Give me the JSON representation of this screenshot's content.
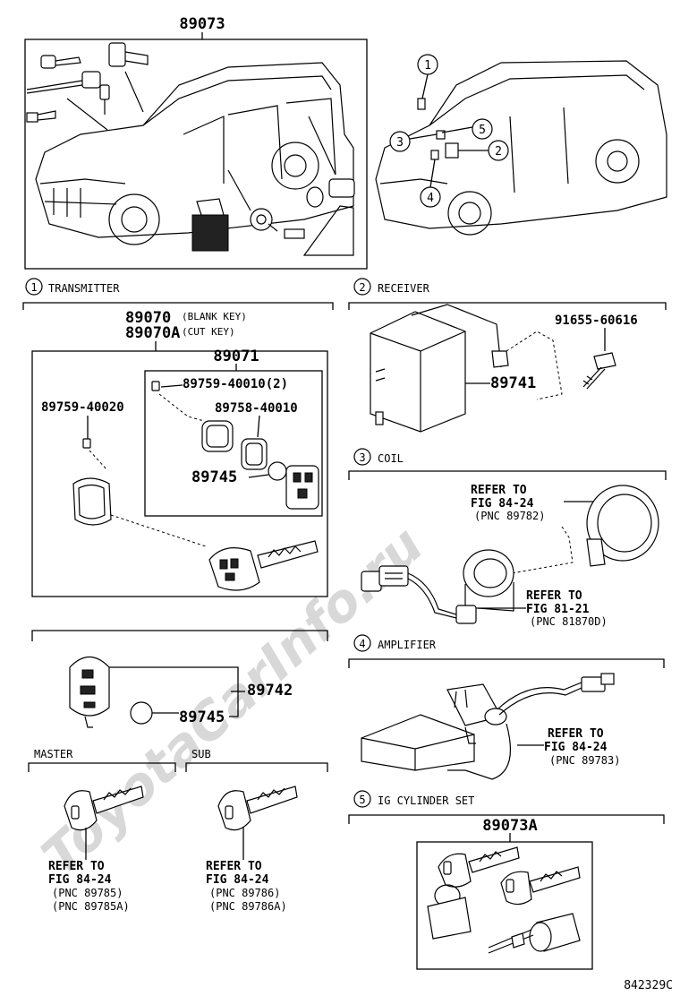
{
  "watermark": "ToyotaCarInfo.ru",
  "figure_id": "842329C",
  "overview": {
    "left_part": "89073",
    "callouts": [
      "1",
      "2",
      "3",
      "4",
      "5"
    ]
  },
  "sections": {
    "transmitter": {
      "num": "1",
      "title": "TRANSMITTER"
    },
    "receiver": {
      "num": "2",
      "title": "RECEIVER"
    },
    "coil": {
      "num": "3",
      "title": "COIL"
    },
    "amplifier": {
      "num": "4",
      "title": "AMPLIFIER"
    },
    "ig_cylinder": {
      "num": "5",
      "title": "IG CYLINDER SET"
    }
  },
  "transmitter": {
    "p89070": "89070",
    "p89070_note": "(BLANK KEY)",
    "p89070a": "89070A",
    "p89070a_note": "(CUT KEY)",
    "p89071": "89071",
    "p89759_40010": "89759-40010(2)",
    "p89758_40010": "89758-40010",
    "p89745": "89745",
    "p89759_40020": "89759-40020"
  },
  "remote": {
    "p89742": "89742",
    "p89745": "89745"
  },
  "master": {
    "title": "MASTER",
    "refer1": "REFER TO",
    "refer2": "FIG 84-24",
    "pnc1": "(PNC 89785)",
    "pnc2": "(PNC 89785A)"
  },
  "sub": {
    "title": "SUB",
    "refer1": "REFER TO",
    "refer2": "FIG 84-24",
    "pnc1": "(PNC 89786)",
    "pnc2": "(PNC 89786A)"
  },
  "receiver": {
    "p89741": "89741",
    "bolt": "91655-60616"
  },
  "coil": {
    "refer_a1": "REFER TO",
    "refer_a2": "FIG 84-24",
    "refer_a3": "(PNC 89782)",
    "refer_b1": "REFER TO",
    "refer_b2": "FIG 81-21",
    "refer_b3": "(PNC 81870D)"
  },
  "amplifier": {
    "refer1": "REFER TO",
    "refer2": "FIG 84-24",
    "refer3": "(PNC 89783)"
  },
  "ig_cylinder": {
    "p89073a": "89073A"
  }
}
